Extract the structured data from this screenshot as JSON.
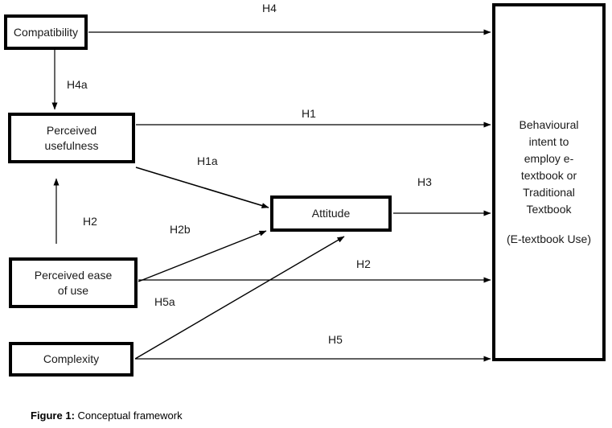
{
  "figure": {
    "caption_prefix": "Figure 1:",
    "caption_text": " Conceptual framework"
  },
  "nodes": {
    "compatibility": {
      "label": "Compatibility"
    },
    "perceived_usefulness": {
      "label": "Perceived\nusefulness"
    },
    "perceived_ease_of_use": {
      "label": "Perceived ease\nof use"
    },
    "complexity": {
      "label": "Complexity"
    },
    "attitude": {
      "label": "Attitude"
    },
    "behavioural_intent": {
      "label": "Behavioural\nintent to\nemploy e-\ntextbook or\nTraditional\nTextbook",
      "sublabel": "(E-textbook\nUse)"
    }
  },
  "edge_labels": {
    "h4": "H4",
    "h4a": "H4a",
    "h1": "H1",
    "h1a": "H1a",
    "h3": "H3",
    "h2_vertical": "H2",
    "h2b": "H2b",
    "h2_horizontal": "H2",
    "h5a": "H5a",
    "h5": "H5"
  },
  "colors": {
    "stroke": "#000000",
    "box_fill": "#ffffff",
    "text": "#1a1a1a",
    "background": "#ffffff"
  },
  "diagram_data": {
    "type": "path-diagram",
    "title": "Conceptual framework",
    "edges": [
      {
        "id": "H4",
        "from": "compatibility",
        "to": "behavioural_intent",
        "label": "H4",
        "style": "straight"
      },
      {
        "id": "H4a",
        "from": "compatibility",
        "to": "perceived_usefulness",
        "label": "H4a",
        "style": "vertical"
      },
      {
        "id": "H1",
        "from": "perceived_usefulness",
        "to": "behavioural_intent",
        "label": "H1",
        "style": "straight"
      },
      {
        "id": "H1a",
        "from": "perceived_usefulness",
        "to": "attitude",
        "label": "H1a",
        "style": "diagonal"
      },
      {
        "id": "H3",
        "from": "attitude",
        "to": "behavioural_intent",
        "label": "H3",
        "style": "straight"
      },
      {
        "id": "H2v",
        "from": "perceived_ease_of_use",
        "to": "perceived_usefulness",
        "label": "H2",
        "style": "vertical"
      },
      {
        "id": "H2b",
        "from": "perceived_ease_of_use",
        "to": "attitude",
        "label": "H2b",
        "style": "diagonal"
      },
      {
        "id": "H2h",
        "from": "perceived_ease_of_use",
        "to": "behavioural_intent",
        "label": "H2",
        "style": "straight"
      },
      {
        "id": "H5a",
        "from": "complexity",
        "to": "attitude",
        "label": "H5a",
        "style": "diagonal"
      },
      {
        "id": "H5",
        "from": "complexity",
        "to": "behavioural_intent",
        "label": "H5",
        "style": "straight"
      }
    ]
  }
}
